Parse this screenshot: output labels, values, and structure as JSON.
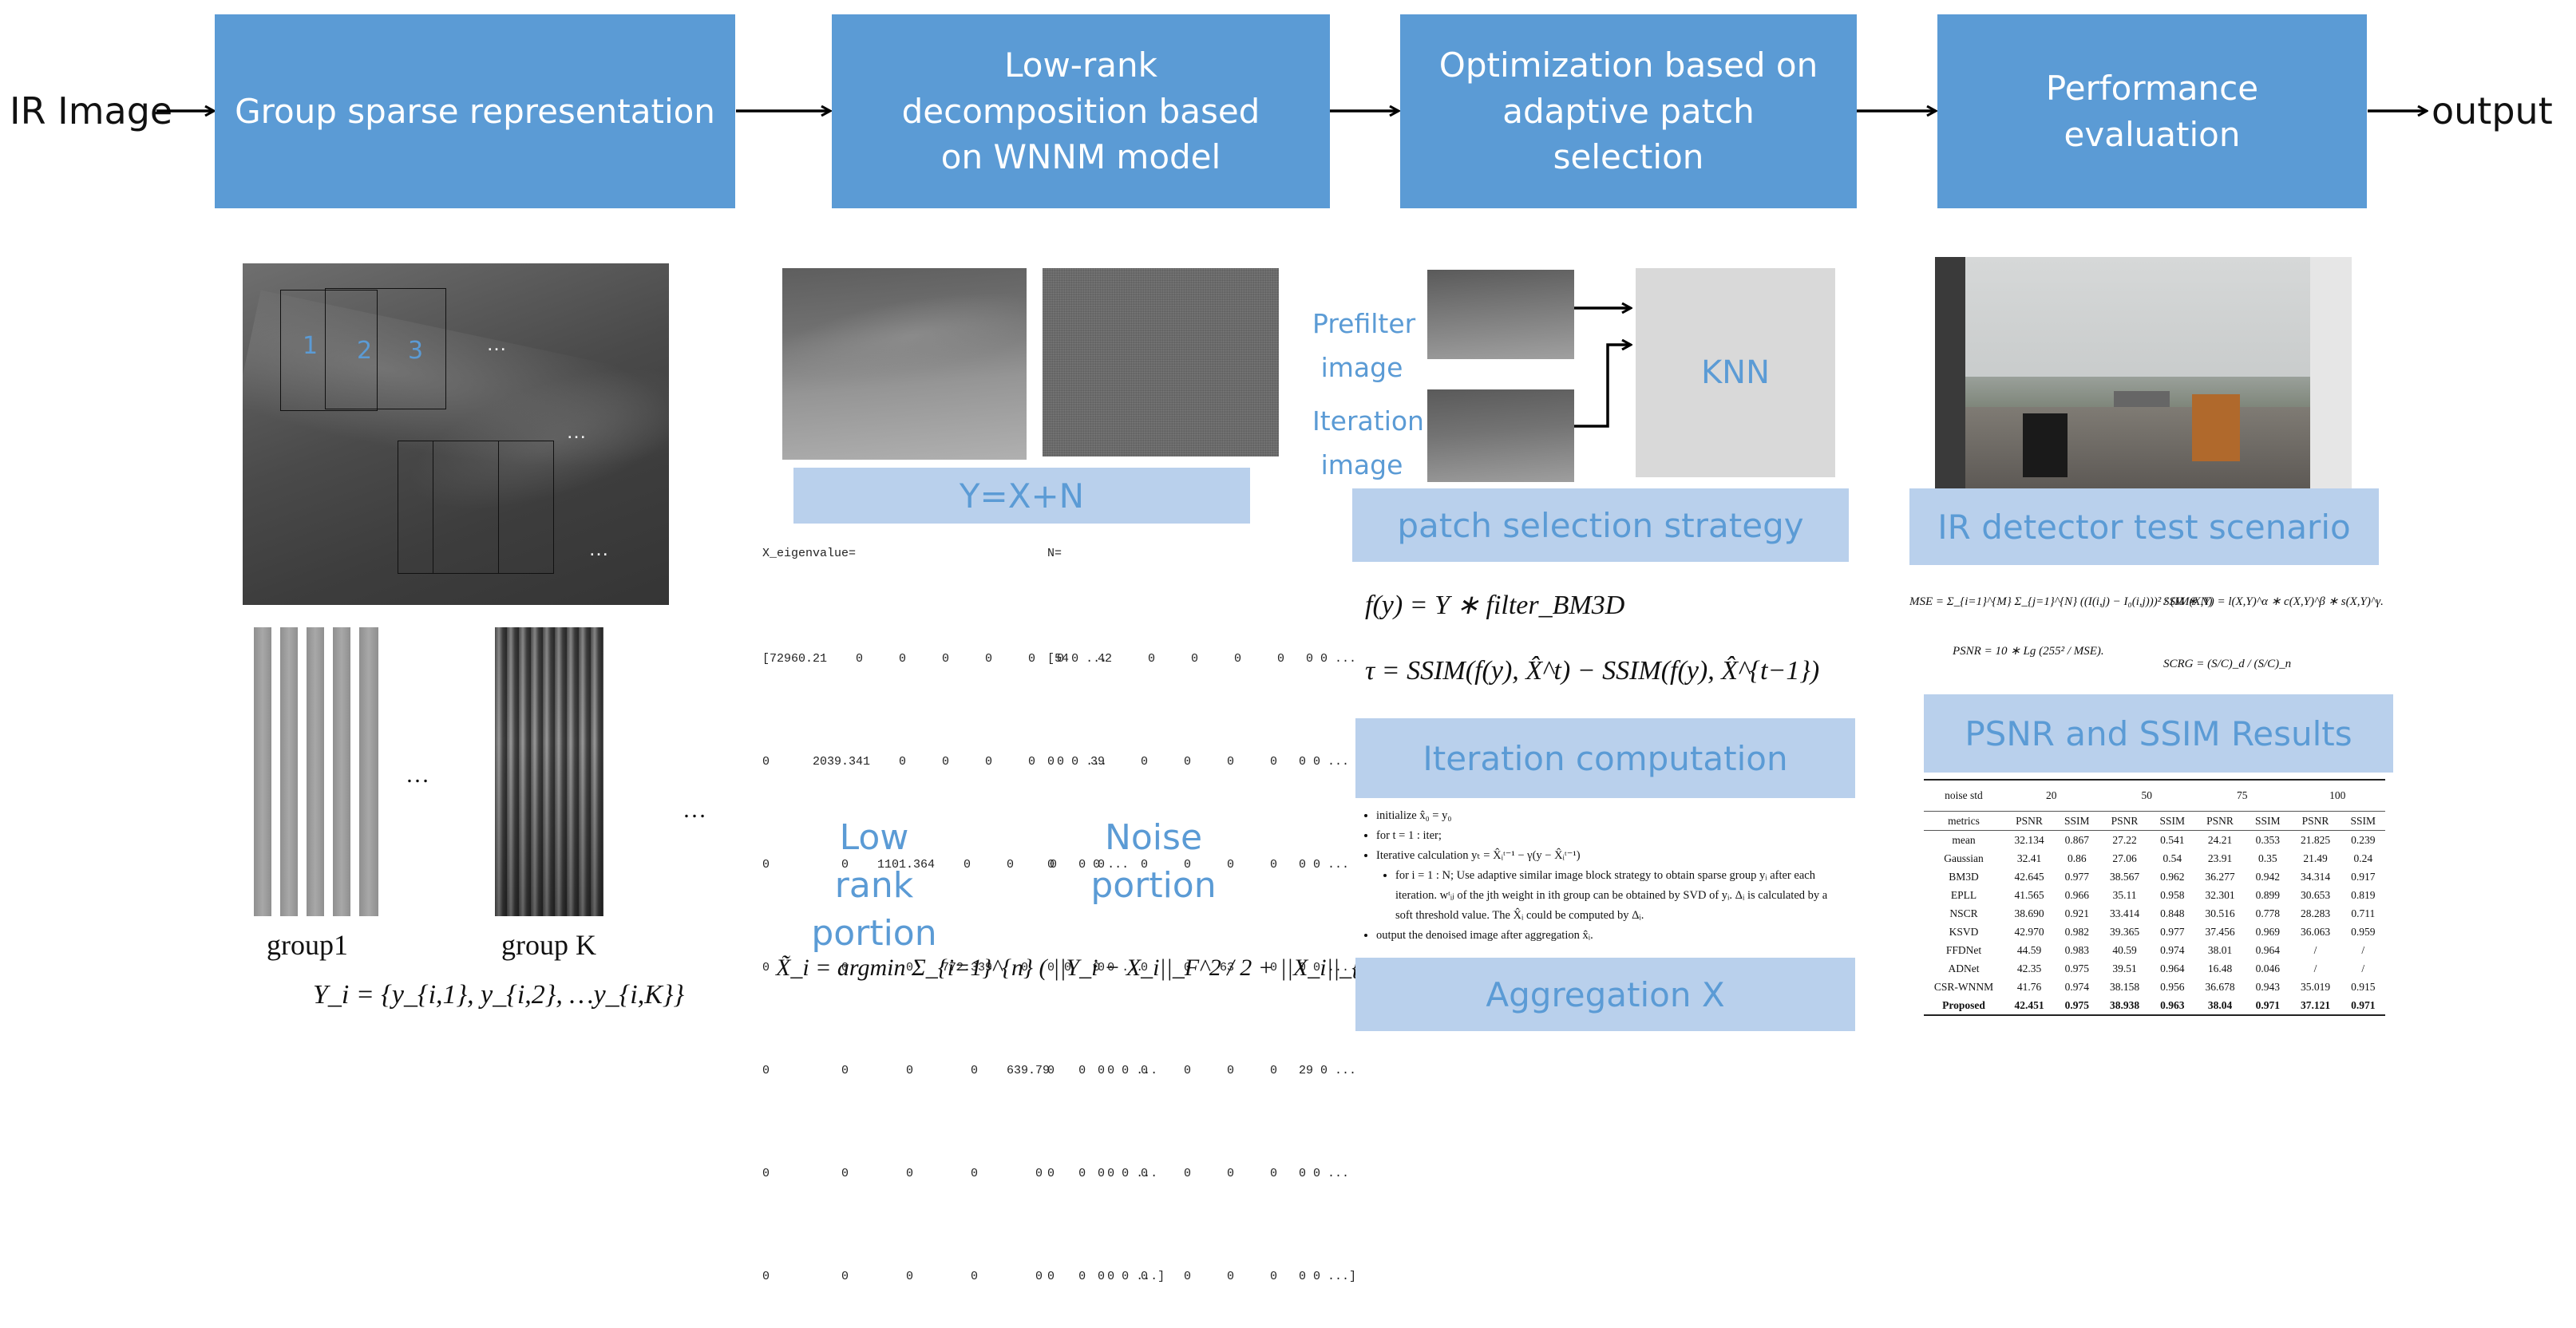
{
  "flow": {
    "input": "IR Image",
    "output": "output",
    "steps": [
      "Group sparse representation",
      "Low-rank decomposition based on WNNM model",
      "Optimization based on adaptive patch selection",
      "Performance evaluation"
    ]
  },
  "group_panel": {
    "patch_numbers": [
      "1",
      "2",
      "3"
    ],
    "ellipsis": "…",
    "group1_label": "group1",
    "groupK_label": "group K",
    "formula": "Y_i = {y_{i,1}, y_{i,2}, …y_{i,K}}"
  },
  "lowrank_panel": {
    "equation": "Y=X+N",
    "x_matrix_title": "X_eigenvalue=",
    "x_matrix_rows": [
      "[72960.21    0     0     0     0     0   0 0 ...",
      "0      2039.341    0     0     0     0   0 0 ...",
      "0          0    1101.364    0     0     0   0 0 ...",
      "0          0        0    772.339    0     0   0 0 ...",
      "0          0        0        0    639.79    0   0 0 ...",
      "0          0        0        0        0     0   0 0 ...",
      "0          0        0        0        0     0   0 0 ...]"
    ],
    "n_matrix_title": "N=",
    "n_matrix_rows": [
      "[54    42     0     0     0     0   0 0 ...",
      "0     39     0     0     0     0   0 0 ...",
      "0      0     0     0     0     0   0 0 ...",
      "0      0     0     0    63     0   0 0 ...",
      "0      0     0     0     0     0   29 0 ...",
      "0      0     0     0     0     0   0 0 ...",
      "0      0     0     0     0     0   0 0 ...]"
    ],
    "low_rank_label": "Low rank portion",
    "noise_label": "Noise portion",
    "formula": "X̃_i = argmin Σ_{i=1}^{n} ( ||Y_i − X_i||_F^2 / 2 + ||X_i||_{w_i,*} )."
  },
  "optimization_panel": {
    "prefilter_label": "Prefilter image",
    "iteration_label": "Iteration image",
    "knn_label": "KNN",
    "patch_strategy": "patch selection strategy",
    "formula_f": "f(y) = Y ∗ filter_BM3D",
    "formula_tau": "τ = SSIM(f(y), X̂^t) − SSIM(f(y), X̂^{t−1})",
    "iteration_box": "Iteration computation",
    "algorithm": [
      "initialize x̂₀ = y₀",
      "for t = 1 : iter;",
      "Iterative calculation yₜ = X̂ᵢᵗ⁻¹ − γ(y − X̂ᵢᵗ⁻¹)",
      "for i = 1 : N; Use adaptive similar image block strategy to obtain sparse group yᵢ after each iteration. wᵗᵢⱼ of the jth weight in ith group can be obtained by SVD of yᵢ. Δᵢ is calculated by a soft threshold value. The X̂ᵢ could be computed by Δᵢ.",
      "output the denoised image after aggregation x̂ᵢ."
    ],
    "aggregation_box": "Aggregation X"
  },
  "evaluation_panel": {
    "scenario_label": "IR detector test scenario",
    "formula_mse": "MSE = Σ_{i=1}^{M} Σ_{j=1}^{N} ((I(i,j) − I₀(i,j)))² / (M ∗ N)",
    "formula_ssim": "SSIM(X,Y) = l(X,Y)^α ∗ c(X,Y)^β ∗ s(X,Y)^γ.",
    "formula_psnr": "PSNR = 10 ∗ Lg (255² / MSE).",
    "formula_scrg": "SCRG = (S/C)_d / (S/C)_n",
    "results_box": "PSNR and SSIM Results",
    "table": {
      "noise_header": "noise std",
      "levels": [
        "20",
        "50",
        "75",
        "100"
      ],
      "sub_headers": [
        "metrics",
        "PSNR",
        "SSIM",
        "PSNR",
        "SSIM",
        "PSNR",
        "SSIM",
        "PSNR",
        "SSIM"
      ],
      "rows": [
        [
          "mean",
          "32.134",
          "0.867",
          "27.22",
          "0.541",
          "24.21",
          "0.353",
          "21.825",
          "0.239"
        ],
        [
          "Gaussian",
          "32.41",
          "0.86",
          "27.06",
          "0.54",
          "23.91",
          "0.35",
          "21.49",
          "0.24"
        ],
        [
          "BM3D",
          "42.645",
          "0.977",
          "38.567",
          "0.962",
          "36.277",
          "0.942",
          "34.314",
          "0.917"
        ],
        [
          "EPLL",
          "41.565",
          "0.966",
          "35.11",
          "0.958",
          "32.301",
          "0.899",
          "30.653",
          "0.819"
        ],
        [
          "NSCR",
          "38.690",
          "0.921",
          "33.414",
          "0.848",
          "30.516",
          "0.778",
          "28.283",
          "0.711"
        ],
        [
          "KSVD",
          "42.970",
          "0.982",
          "39.365",
          "0.977",
          "37.456",
          "0.969",
          "36.063",
          "0.959"
        ],
        [
          "FFDNet",
          "44.59",
          "0.983",
          "40.59",
          "0.974",
          "38.01",
          "0.964",
          "/",
          "/"
        ],
        [
          "ADNet",
          "42.35",
          "0.975",
          "39.51",
          "0.964",
          "16.48",
          "0.046",
          "/",
          "/"
        ],
        [
          "CSR-WNNM",
          "41.76",
          "0.974",
          "38.158",
          "0.956",
          "36.678",
          "0.943",
          "35.019",
          "0.915"
        ],
        [
          "Proposed",
          "42.451",
          "0.975",
          "38.938",
          "0.963",
          "38.04",
          "0.971",
          "37.121",
          "0.971"
        ]
      ]
    }
  },
  "colors": {
    "step_box": "#5b9bd5",
    "label_box": "#b9d0ec",
    "label_text": "#5b9bd5",
    "knn_box": "#d9d9d9"
  }
}
